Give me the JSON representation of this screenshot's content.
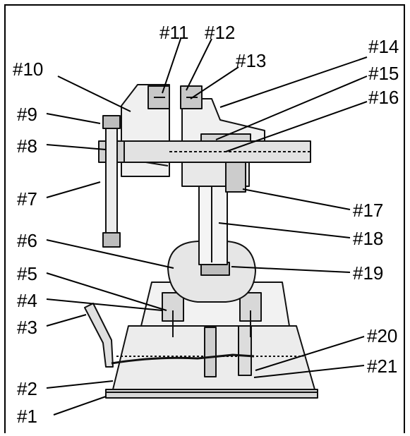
{
  "labels": {
    "p1": "#1",
    "p2": "#2",
    "p3": "#3",
    "p4": "#4",
    "p5": "#5",
    "p6": "#6",
    "p7": "#7",
    "p8": "#8",
    "p9": "#9",
    "p10": "#10",
    "p11": "#11",
    "p12": "#12",
    "p13": "#13",
    "p14": "#14",
    "p15": "#15",
    "p16": "#16",
    "p17": "#17",
    "p18": "#18",
    "p19": "#19",
    "p20": "#20",
    "p21": "#21"
  }
}
